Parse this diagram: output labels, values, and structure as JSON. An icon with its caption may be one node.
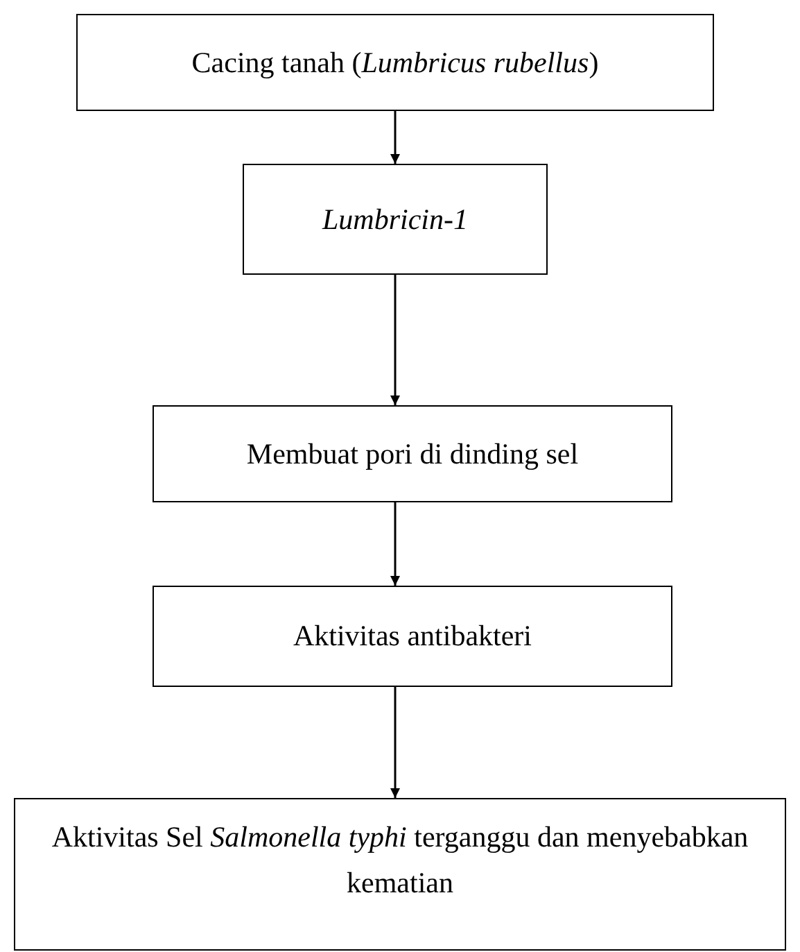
{
  "diagram": {
    "nodes": [
      {
        "text": [
          "Cacing tanah (*Lumbricus rubellus*)"
        ]
      },
      {
        "text": [
          "Lumbricin-1"
        ]
      },
      {
        "text": [
          "Membuat pori di dinding sel"
        ]
      },
      {
        "text": [
          "Aktivitas antibakteri"
        ]
      },
      {
        "text": [
          "Aktivitas Sel *Salmonella typhi* terganggu dan menyebabkan kematian"
        ]
      }
    ],
    "edges": [
      {
        "from": 0,
        "to": 1,
        "arrow": "to"
      },
      {
        "from": 1,
        "to": 2,
        "arrow": "to"
      },
      {
        "from": 2,
        "to": 3,
        "arrow": "to"
      },
      {
        "from": 3,
        "to": 4,
        "arrow": "to"
      }
    ]
  }
}
